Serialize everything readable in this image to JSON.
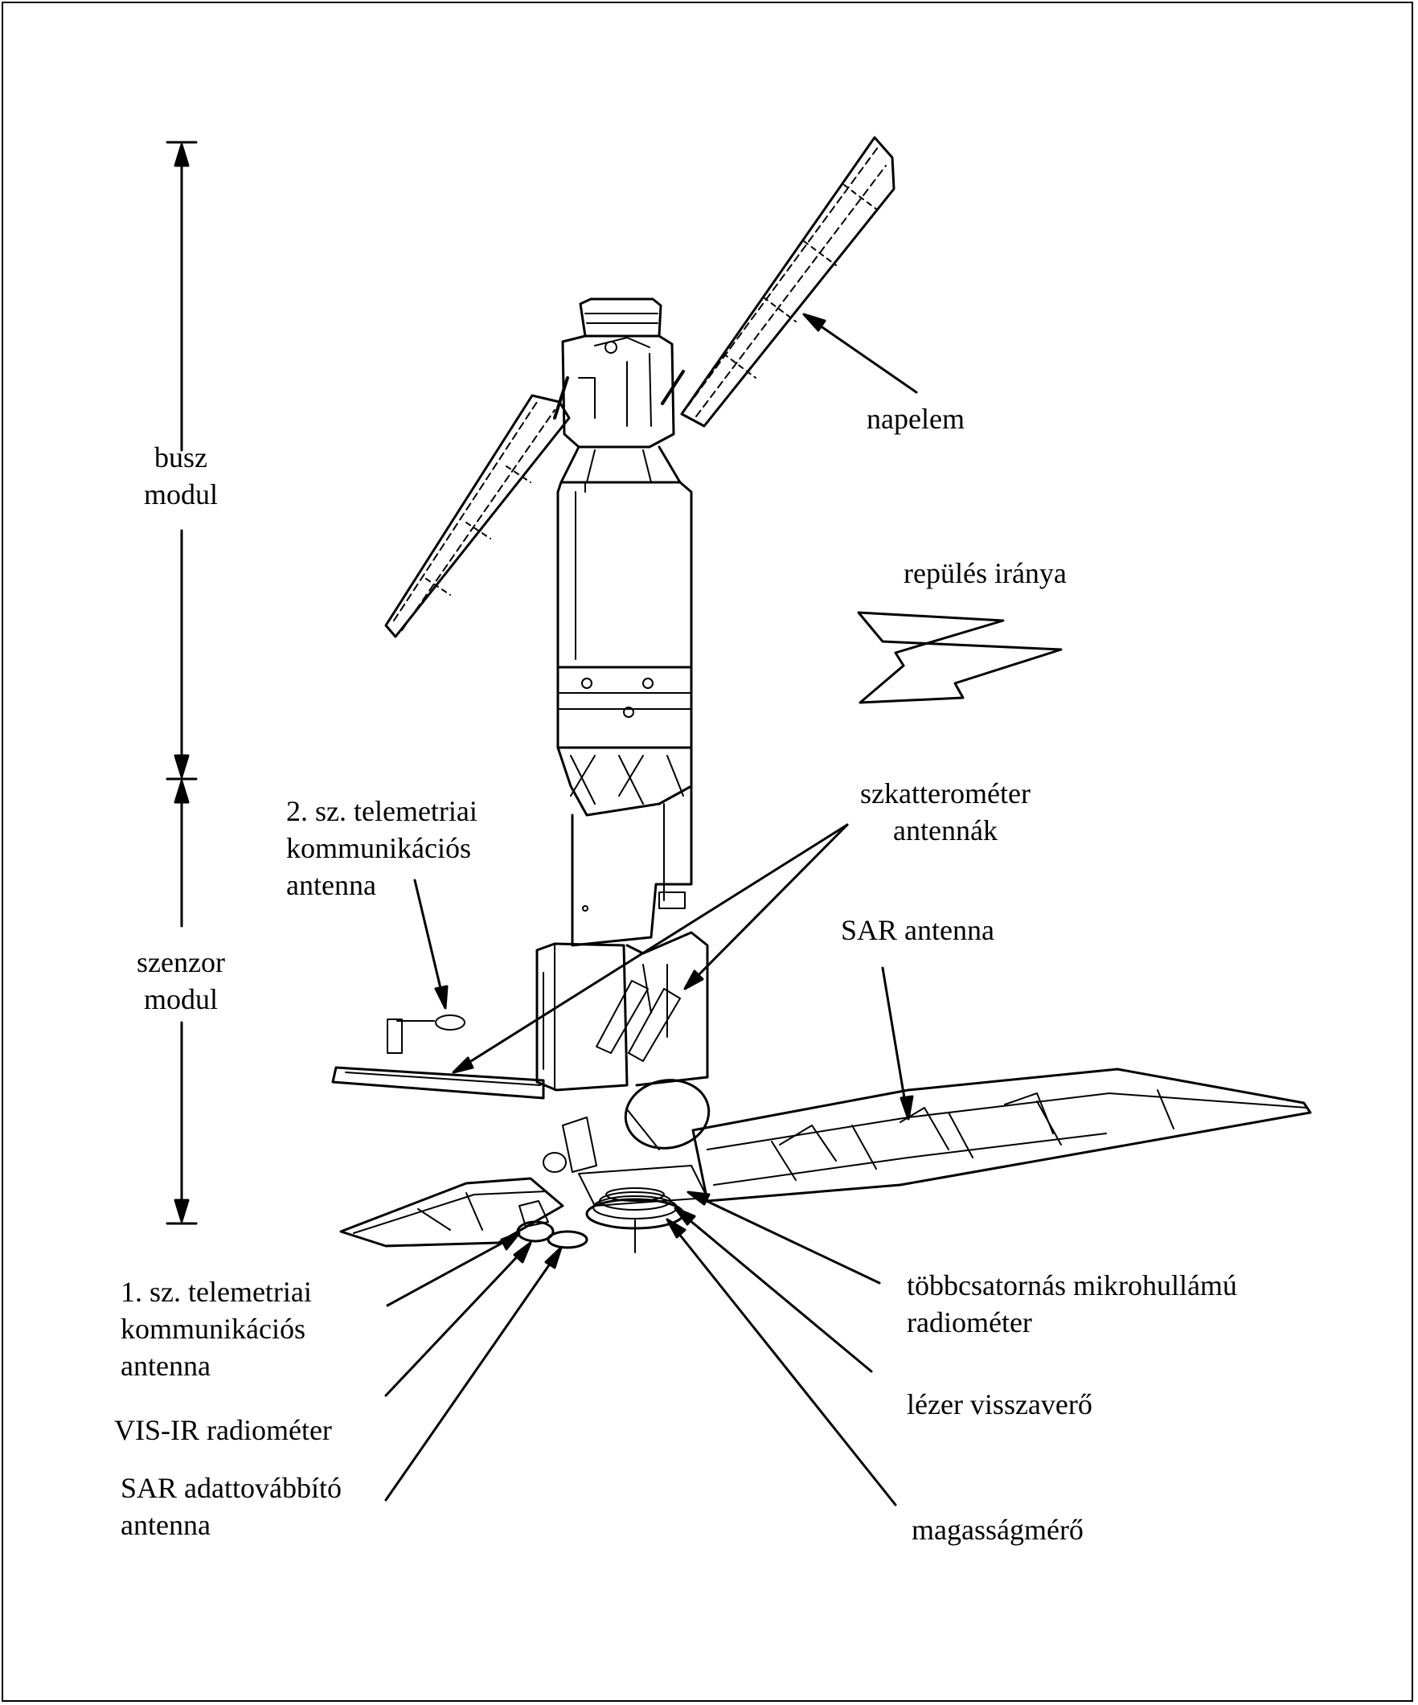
{
  "colors": {
    "ink": "#000000",
    "paper": "#ffffff"
  },
  "labels": {
    "busz_modul": [
      "busz",
      "modul"
    ],
    "szenzor_modul": [
      "szenzor",
      "modul"
    ],
    "napelem": "napelem",
    "repules_iranya": "repülés iránya",
    "telemetria_2": [
      "2. sz. telemetriai",
      "kommunikációs",
      "antenna"
    ],
    "szkatterometer": [
      "szkatterométer",
      "antennák"
    ],
    "sar_antenna": "SAR antenna",
    "telemetria_1": [
      "1. sz. telemetriai",
      "kommunikációs",
      "antenna"
    ],
    "vis_ir": "VIS-IR radiométer",
    "sar_adattovabbito": [
      "SAR adattovábbító",
      "antenna"
    ],
    "mikrohullamu": [
      "többcsatornás mikrohullámú",
      "radiométer"
    ],
    "lezer": "lézer visszaverő",
    "magassagmero": "magasságmérő"
  }
}
